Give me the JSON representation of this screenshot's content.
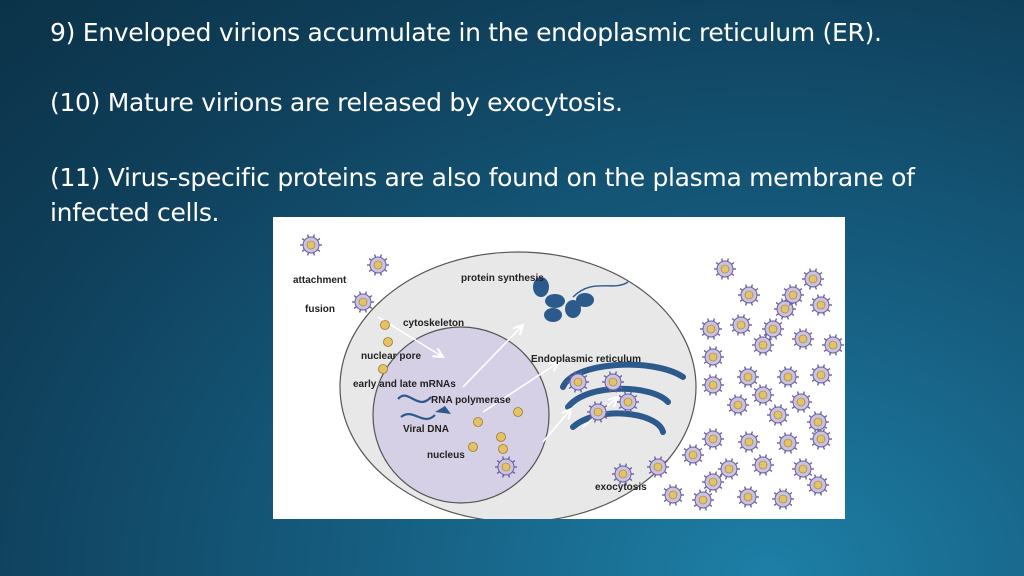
{
  "slide": {
    "line1": "9) Enveloped virions accumulate in the endoplasmic reticulum (ER).",
    "line2": "(10) Mature virions are released by exocytosis.",
    "line3": "(11) Virus-specific proteins are also found on the plasma membrane of infected cells."
  },
  "figure": {
    "labels": {
      "attachment": "attachment",
      "fusion": "fusion",
      "protein_synthesis": "protein synthesis",
      "cytoskeleton": "cytoskeleton",
      "nuclear_pore": "nuclear pore",
      "early_late_mrnas": "early and late mRNAs",
      "endoplasmic_reticulum": "Endoplasmic reticulum",
      "rna_polymerase": "RNA polymerase",
      "viral_dna": "Viral DNA",
      "nucleus": "nucleus",
      "exocytosis": "exocytosis"
    },
    "colors": {
      "cell": "#e6e6e6",
      "nucleus": "#d6d0e6",
      "structures": "#2c5a8c",
      "virion_core": "#e3c36a",
      "virion_spikes": "#6b5fa3"
    }
  }
}
